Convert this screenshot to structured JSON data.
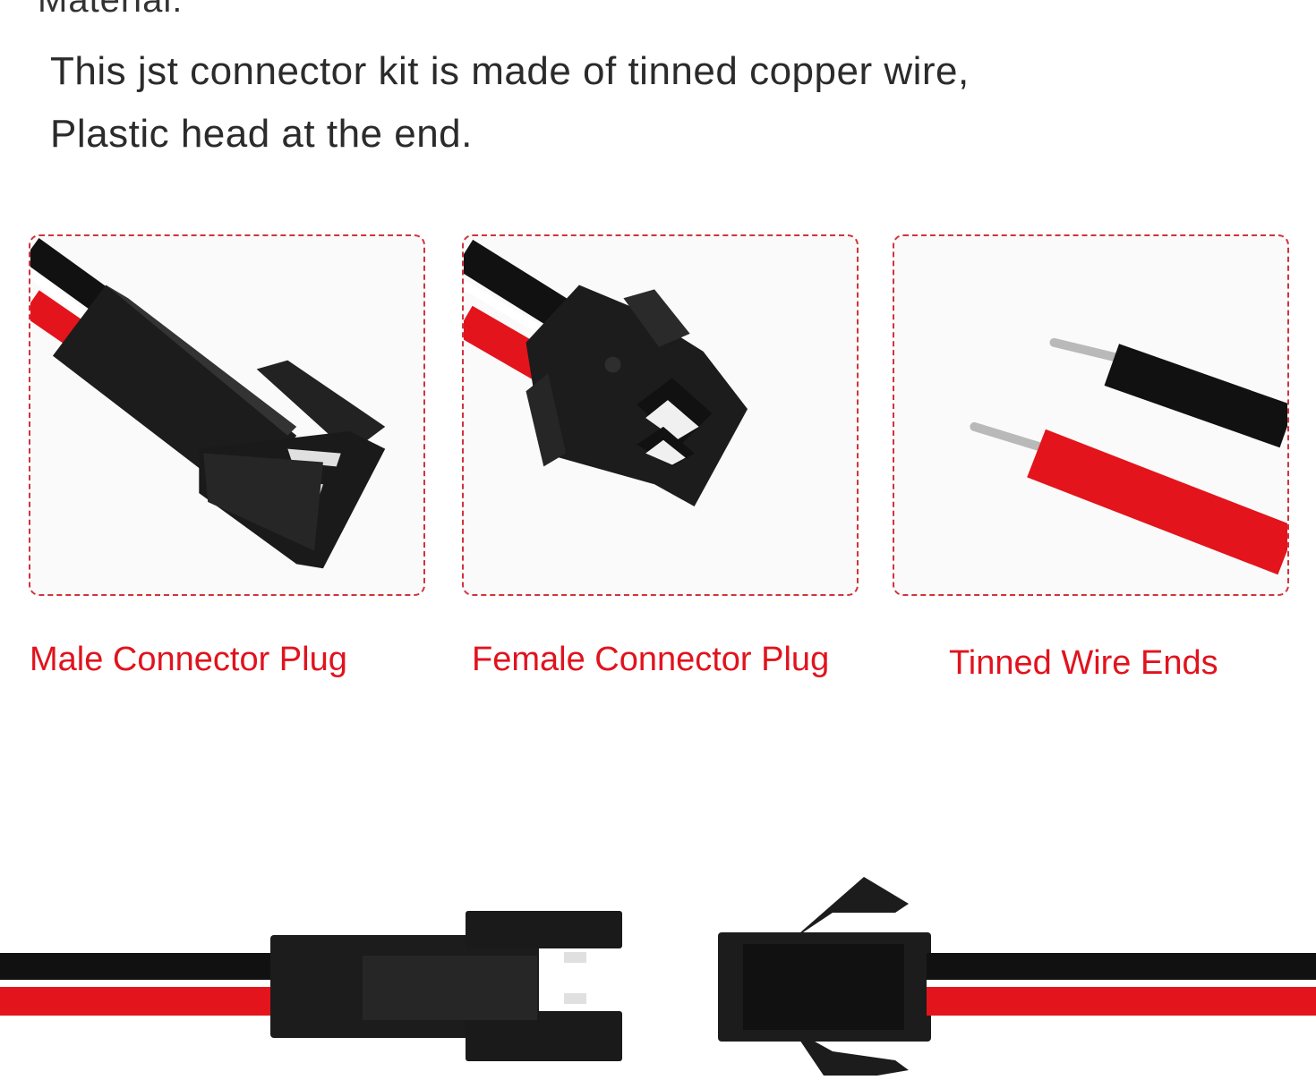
{
  "heading": "Material:",
  "description": {
    "line1": "This jst connector kit is made of tinned copper wire,",
    "line2": "Plastic head at the end."
  },
  "panels": [
    {
      "caption": "Male Connector Plug",
      "icon": "male-connector-photo"
    },
    {
      "caption": "Female Connector Plug",
      "icon": "female-connector-photo"
    },
    {
      "caption": "Tinned Wire Ends",
      "icon": "tinned-wire-ends-photo"
    }
  ],
  "colors": {
    "caption": "#e1131d",
    "border": "#d0343c",
    "wire_red": "#e3141c",
    "wire_black": "#111111",
    "housing": "#1c1c1c"
  }
}
